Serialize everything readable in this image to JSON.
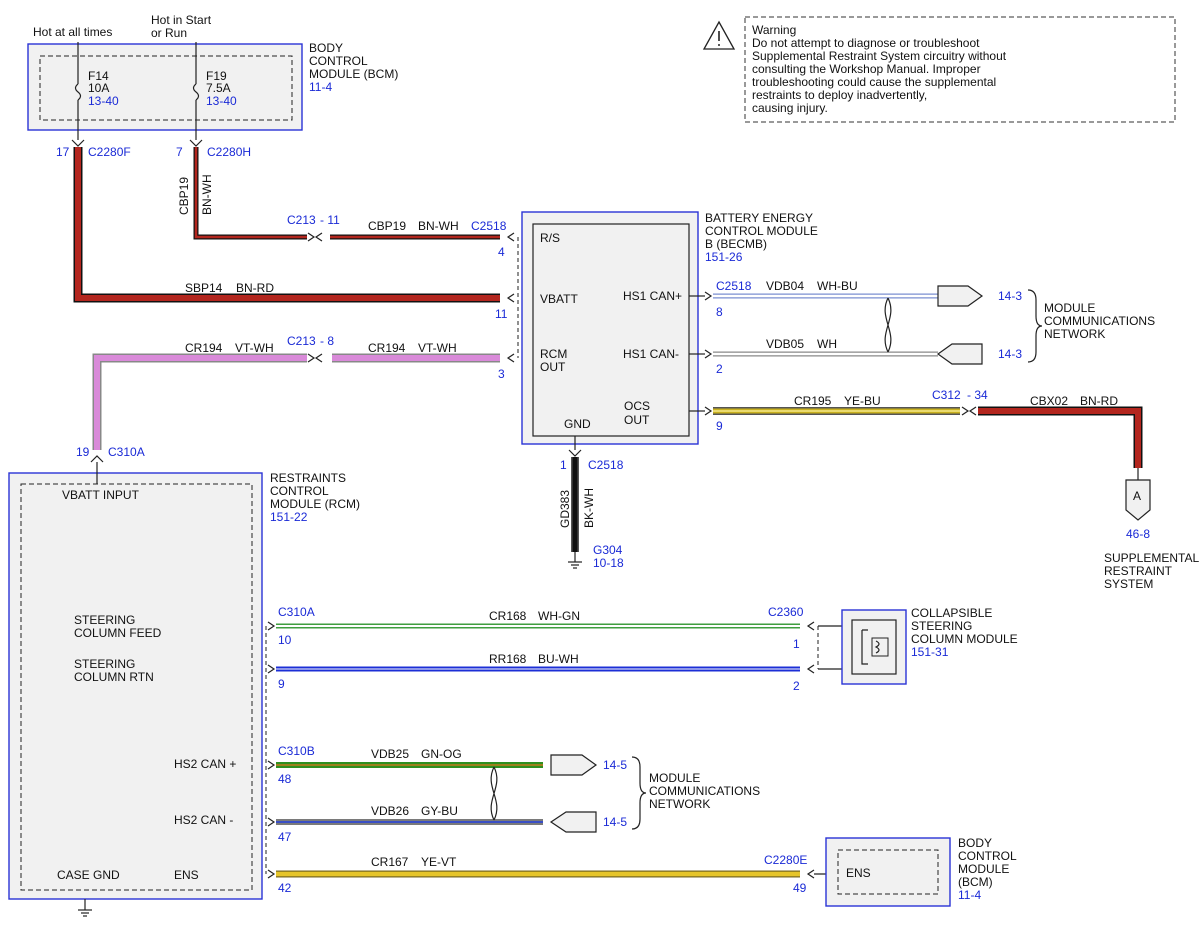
{
  "colors": {
    "bn_rd": "#b3261e",
    "bn_wh": "#b3261e",
    "vt_wh": "#d98ad9",
    "wh_gn": "#3f9e3f",
    "bu_wh": "#1c2fd6",
    "gn_og": "#2f8f1f",
    "gy_bu": "#5a6fb5",
    "ye_vt": "#e6c52a",
    "ye_bu": "#c8b01e",
    "bk_wh": "#111111",
    "label_blue": "#1a2ad6"
  },
  "power": {
    "hot_all": "Hot at all times",
    "hot_run_1": "Hot in Start",
    "hot_run_2": "or Run"
  },
  "bcm_top": {
    "name_1": "BODY",
    "name_2": "CONTROL",
    "name_3": "MODULE (BCM)",
    "ref": "11-4",
    "f14": "F14",
    "f14_amp": "10A",
    "f14_ref": "13-40",
    "f19": "F19",
    "f19_amp": "7.5A",
    "f19_ref": "13-40",
    "pin17": "17",
    "c2280f": "C2280F",
    "pin7": "7",
    "c2280h": "C2280H"
  },
  "warning": {
    "title": "Warning",
    "line1": "Do not attempt to diagnose or troubleshoot",
    "line2": "Supplemental Restraint System circuitry without",
    "line3": "consulting the Workshop Manual. Improper",
    "line4": "troubleshooting could cause the supplemental",
    "line5": "restraints to deploy inadvertently,",
    "line6": "causing injury."
  },
  "wires": {
    "cbp19_v": "CBP19",
    "bnwh_v": "BN-WH",
    "c213_11": "C213",
    "c213_11_pin": "- 11",
    "cbp19": "CBP19",
    "bnwh": "BN-WH",
    "c2518_rs": "C2518",
    "pin4": "4",
    "sbp14": "SBP14",
    "bnrd": "BN-RD",
    "pin11": "11",
    "cr194_a": "CR194",
    "vtwh_a": "VT-WH",
    "c213_8": "C213",
    "c213_8_pin": "- 8",
    "cr194_b": "CR194",
    "vtwh_b": "VT-WH",
    "pin3": "3",
    "pin19": "19",
    "c310a_top": "C310A",
    "c2518_can": "C2518",
    "vdb04": "VDB04",
    "whbu": "WH-BU",
    "pin8": "8",
    "vdb05": "VDB05",
    "wh": "WH",
    "pin2_can": "2",
    "cr195": "CR195",
    "yebu": "YE-BU",
    "pin9_ocs": "9",
    "c312": "C312",
    "c312_pin": "- 34",
    "cbx02": "CBX02",
    "bnrd2": "BN-RD",
    "pin1_gnd": "1",
    "c2518_gnd": "C2518",
    "gd383": "GD383",
    "bkwh": "BK-WH",
    "g304": "G304",
    "g304_ref": "10-18",
    "c310a_mid": "C310A",
    "cr168": "CR168",
    "whgn": "WH-GN",
    "c2360": "C2360",
    "pin10": "10",
    "pin1_sc": "1",
    "rr168": "RR168",
    "buwh": "BU-WH",
    "pin9_rtn": "9",
    "pin2_sc": "2",
    "c310b": "C310B",
    "vdb25": "VDB25",
    "gnog": "GN-OG",
    "pin48": "48",
    "vdb26": "VDB26",
    "gybu": "GY-BU",
    "pin47": "47",
    "cr167": "CR167",
    "yevt": "YE-VT",
    "c2280e": "C2280E",
    "pin42": "42",
    "pin49": "49"
  },
  "becmb": {
    "name_1": "BATTERY ENERGY",
    "name_2": "CONTROL MODULE",
    "name_3": "B (BECMB)",
    "ref": "151-26",
    "rs": "R/S",
    "vbatt": "VBATT",
    "rcm_1": "RCM",
    "rcm_2": "OUT",
    "gnd": "GND",
    "hs1p": "HS1 CAN+",
    "hs1n": "HS1 CAN-",
    "ocs_1": "OCS",
    "ocs_2": "OUT"
  },
  "mcn_top": {
    "ref_a": "14-3",
    "ref_b": "14-3",
    "name_1": "MODULE",
    "name_2": "COMMUNICATIONS",
    "name_3": "NETWORK"
  },
  "srs": {
    "letter": "A",
    "ref": "46-8",
    "name_1": "SUPPLEMENTAL",
    "name_2": "RESTRAINT",
    "name_3": "SYSTEM"
  },
  "rcm": {
    "name_1": "RESTRAINTS",
    "name_2": "CONTROL",
    "name_3": "MODULE (RCM)",
    "ref": "151-22",
    "vbatt_in": "VBATT INPUT",
    "feed_1": "STEERING",
    "feed_2": "COLUMN FEED",
    "rtn_1": "STEERING",
    "rtn_2": "COLUMN RTN",
    "hs2p": "HS2 CAN +",
    "hs2n": "HS2 CAN -",
    "casegnd": "CASE GND",
    "ens": "ENS"
  },
  "csc": {
    "name_1": "COLLAPSIBLE",
    "name_2": "STEERING",
    "name_3": "COLUMN MODULE",
    "ref": "151-31"
  },
  "mcn_bot": {
    "ref_a": "14-5",
    "ref_b": "14-5",
    "name_1": "MODULE",
    "name_2": "COMMUNICATIONS",
    "name_3": "NETWORK"
  },
  "bcm_bot": {
    "ens": "ENS",
    "name_1": "BODY",
    "name_2": "CONTROL",
    "name_3": "MODULE",
    "name_4": "(BCM)",
    "ref": "11-4"
  }
}
